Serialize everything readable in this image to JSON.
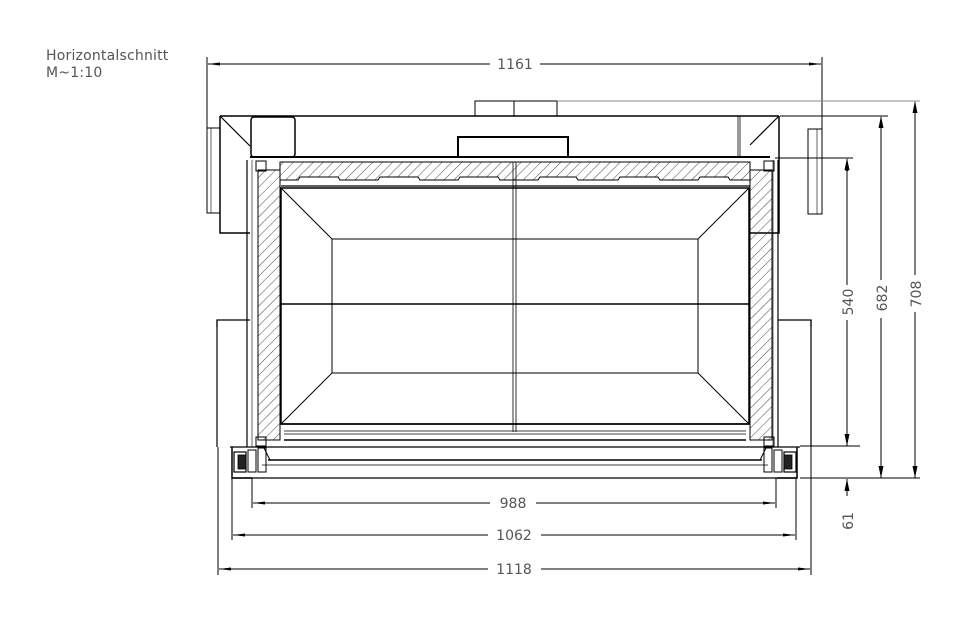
{
  "drawing": {
    "title": "Horizontalschnitt",
    "scale": "M~1:10",
    "type": "technical-section-drawing",
    "line_color": "#000000",
    "text_color": "#555555",
    "hatch_color": "#333333"
  },
  "dimensions": {
    "horizontal": {
      "overall_top": "1161",
      "inner_opening": "988",
      "frame_width": "1062",
      "bottom_overall": "1118"
    },
    "vertical": {
      "firebox_depth": "540",
      "body_depth": "682",
      "overall_depth": "708",
      "front_frame": "61"
    }
  }
}
